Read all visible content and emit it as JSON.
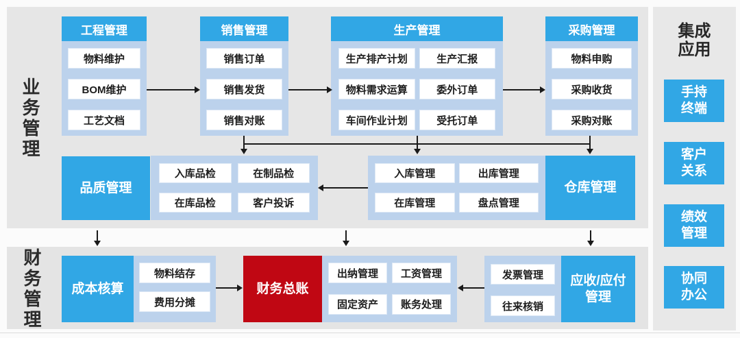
{
  "colors": {
    "module_blue": "#31a7e5",
    "container_light_blue": "#bcd2ec",
    "ledger_red": "#c00713",
    "panel_gray": "#e6e6e6",
    "text_dark": "#1d1d1d"
  },
  "section_labels": {
    "business": "业务管理",
    "finance": "财务管理"
  },
  "top_columns": [
    {
      "header": "工程管理",
      "items": [
        "物料维护",
        "BOM维护",
        "工艺文档"
      ]
    },
    {
      "header": "销售管理",
      "items": [
        "销售订单",
        "销售发货",
        "销售对账"
      ]
    },
    {
      "header": "生产管理",
      "left_items": [
        "生产排产计划",
        "物料需求运算",
        "车间作业计划"
      ],
      "right_items": [
        "生产汇报",
        "委外订单",
        "受托订单"
      ]
    },
    {
      "header": "采购管理",
      "items": [
        "物料申购",
        "采购收货",
        "采购对账"
      ]
    }
  ],
  "middle_row": {
    "quality": {
      "header": "品质管理",
      "items": [
        "入库品检",
        "在制品检",
        "在库品检",
        "客户投诉"
      ]
    },
    "warehouse": {
      "header": "仓库管理",
      "items": [
        "入库管理",
        "出库管理",
        "在库管理",
        "盘点管理"
      ]
    }
  },
  "bottom_row": {
    "cost": {
      "header": "成本核算",
      "items": [
        "物料结存",
        "费用分摊"
      ]
    },
    "ledger": {
      "header": "财务总账",
      "items": [
        "出纳管理",
        "工资管理",
        "固定资产",
        "账务处理"
      ]
    },
    "receivable": {
      "header": "应收/应付\n管理",
      "items": [
        "发票管理",
        "往来核销"
      ]
    }
  },
  "integration": {
    "title": "集成\n应用",
    "apps": [
      "手持\n终端",
      "客户\n关系",
      "绩效\n管理",
      "协同\n办公"
    ]
  }
}
